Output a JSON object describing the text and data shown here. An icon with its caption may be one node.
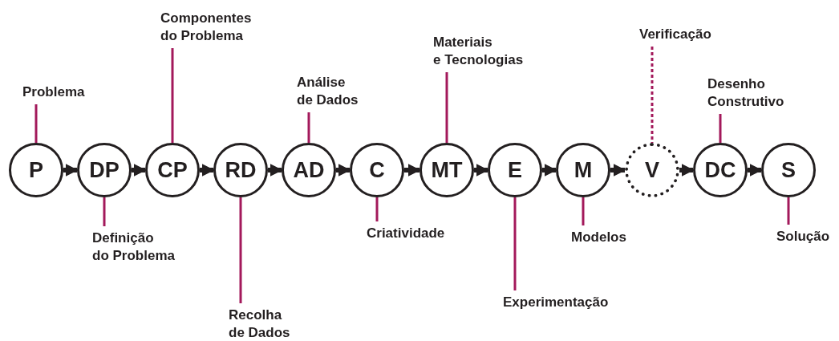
{
  "diagram": {
    "nodes": [
      {
        "text": [
          "P"
        ]
      },
      {
        "text": [
          "DP"
        ]
      },
      {
        "text": [
          "CP"
        ]
      },
      {
        "text": [
          "RD"
        ]
      },
      {
        "text": [
          "AD"
        ]
      },
      {
        "text": [
          "C"
        ]
      },
      {
        "text": [
          "MT"
        ]
      },
      {
        "text": [
          "E"
        ]
      },
      {
        "text": [
          "M"
        ]
      },
      {
        "text": [
          "V"
        ]
      },
      {
        "text": [
          "DC"
        ]
      },
      {
        "text": [
          "S"
        ]
      },
      {
        "text": [
          "Problema"
        ]
      },
      {
        "text": [
          "Definição do Problema"
        ]
      },
      {
        "text": [
          "Componentes do Problema"
        ]
      },
      {
        "text": [
          "Recolha de Dados"
        ]
      },
      {
        "text": [
          "Análise de Dados"
        ]
      },
      {
        "text": [
          "Criatividade"
        ]
      },
      {
        "text": [
          "Materiais e Tecnologias"
        ]
      },
      {
        "text": [
          "Experimentação"
        ]
      },
      {
        "text": [
          "Modelos"
        ]
      },
      {
        "text": [
          "Verificação"
        ]
      },
      {
        "text": [
          "Desenho Construtivo"
        ]
      },
      {
        "text": [
          "Solução"
        ]
      }
    ],
    "edges": [
      {
        "from": 0,
        "to": 1,
        "arrow": "to",
        "style": "thick",
        "color": "#231f20"
      },
      {
        "from": 1,
        "to": 2,
        "arrow": "to",
        "style": "thick",
        "color": "#231f20"
      },
      {
        "from": 2,
        "to": 3,
        "arrow": "to",
        "style": "thick",
        "color": "#231f20"
      },
      {
        "from": 3,
        "to": 4,
        "arrow": "to",
        "style": "thick",
        "color": "#231f20"
      },
      {
        "from": 4,
        "to": 5,
        "arrow": "to",
        "style": "thick",
        "color": "#231f20"
      },
      {
        "from": 5,
        "to": 6,
        "arrow": "to",
        "style": "thick",
        "color": "#231f20"
      },
      {
        "from": 6,
        "to": 7,
        "arrow": "to",
        "style": "thick",
        "color": "#231f20"
      },
      {
        "from": 7,
        "to": 8,
        "arrow": "to",
        "style": "thick",
        "color": "#231f20"
      },
      {
        "from": 8,
        "to": 9,
        "arrow": "to",
        "style": "thick",
        "color": "#231f20"
      },
      {
        "from": 9,
        "to": 10,
        "arrow": "to",
        "style": "thick",
        "color": "#231f20"
      },
      {
        "from": 10,
        "to": 11,
        "arrow": "to",
        "style": "thick",
        "color": "#231f20"
      },
      {
        "from": 12,
        "to": 0,
        "arrow": "none"
      },
      {
        "from": 13,
        "to": 1,
        "arrow": "none"
      },
      {
        "from": 14,
        "to": 2,
        "arrow": "none"
      },
      {
        "from": 15,
        "to": 3,
        "arrow": "none"
      },
      {
        "from": 16,
        "to": 4,
        "arrow": "none"
      },
      {
        "from": 17,
        "to": 5,
        "arrow": "none"
      },
      {
        "from": 18,
        "to": 6,
        "arrow": "none"
      },
      {
        "from": 19,
        "to": 7,
        "arrow": "none"
      },
      {
        "from": 20,
        "to": 8,
        "arrow": "none"
      },
      {
        "from": 21,
        "to": 9,
        "arrow": "none",
        "style": "dashed"
      },
      {
        "from": 22,
        "to": 10,
        "arrow": "none"
      },
      {
        "from": 23,
        "to": 11,
        "arrow": "none"
      }
    ]
  }
}
